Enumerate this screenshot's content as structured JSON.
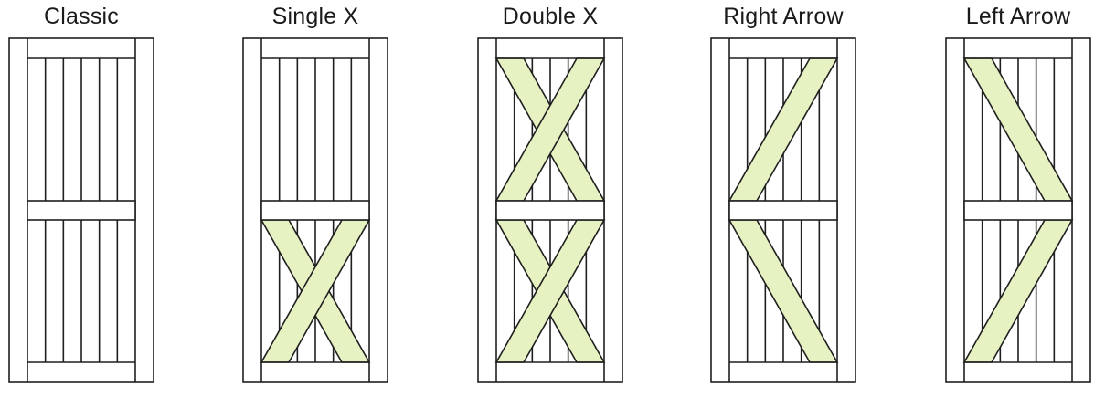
{
  "colors": {
    "outline": "#1f1f1f",
    "brace": "#e6f2c2",
    "background": "#ffffff"
  },
  "doors": [
    {
      "title": "Classic",
      "braces": []
    },
    {
      "title": "Single X",
      "braces": [
        "bottom-x"
      ]
    },
    {
      "title": "Double X",
      "braces": [
        "top-x",
        "bottom-x"
      ]
    },
    {
      "title": "Right Arrow",
      "braces": [
        "top-right-diagonal",
        "bottom-left-diagonal"
      ]
    },
    {
      "title": "Left Arrow",
      "braces": [
        "top-left-diagonal",
        "bottom-right-diagonal"
      ]
    }
  ]
}
